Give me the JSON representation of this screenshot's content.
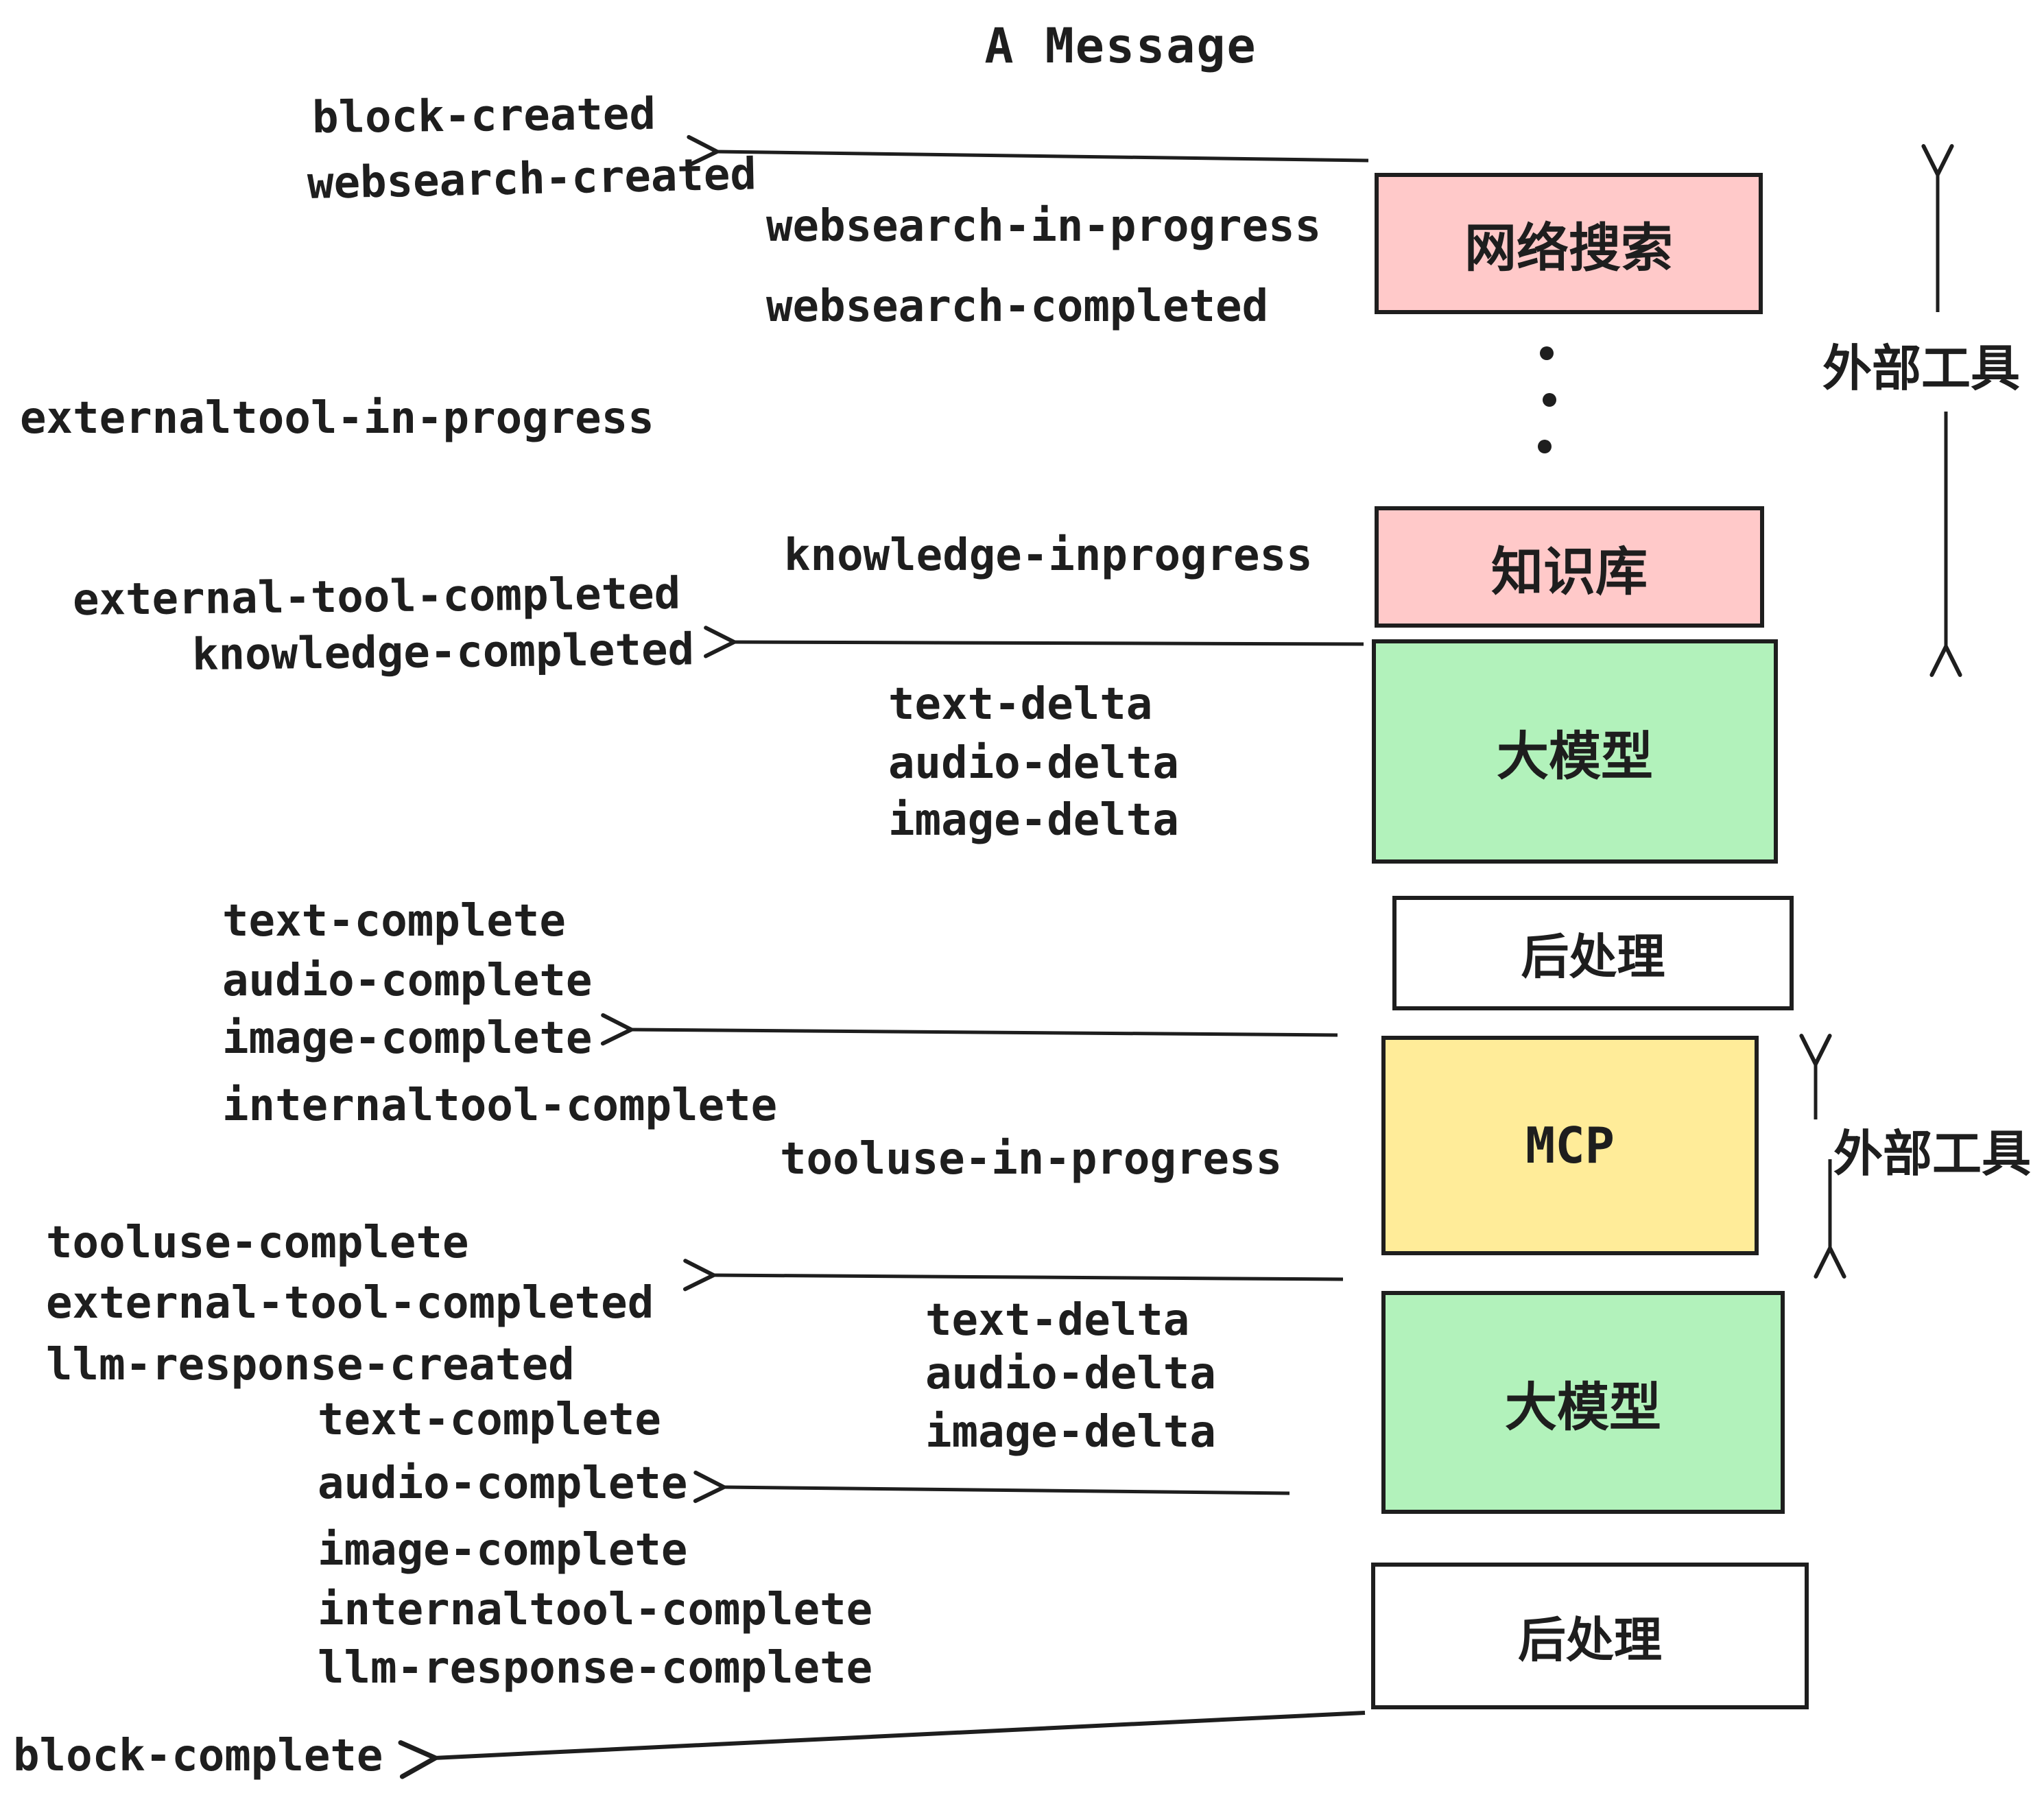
{
  "title": "A Message",
  "colors": {
    "ink": "#1e1e1e",
    "box_pink": "#ffc9c9",
    "box_green": "#b2f2bb",
    "box_yellow": "#ffec99",
    "box_white": "#ffffff",
    "background": "#ffffff"
  },
  "boxes": [
    {
      "label": "网络搜索",
      "color": "#ffc9c9"
    },
    {
      "label": "知识库",
      "color": "#ffc9c9"
    },
    {
      "label": "大模型",
      "color": "#b2f2bb"
    },
    {
      "label": "后处理",
      "color": "#ffffff"
    },
    {
      "label": "MCP",
      "color": "#ffec99"
    },
    {
      "label": "大模型",
      "color": "#b2f2bb"
    },
    {
      "label": "后处理",
      "color": "#ffffff"
    }
  ],
  "side_labels": [
    {
      "text": "外部工具"
    },
    {
      "text": "外部工具"
    }
  ],
  "events": [
    {
      "text": "block-created"
    },
    {
      "text": "websearch-created"
    },
    {
      "text": "websearch-in-progress"
    },
    {
      "text": "websearch-completed"
    },
    {
      "text": "externaltool-in-progress"
    },
    {
      "text": "knowledge-inprogress"
    },
    {
      "text": "external-tool-completed"
    },
    {
      "text": "knowledge-completed"
    },
    {
      "text": "text-delta"
    },
    {
      "text": "audio-delta"
    },
    {
      "text": "image-delta"
    },
    {
      "text": "text-complete"
    },
    {
      "text": "audio-complete"
    },
    {
      "text": "image-complete"
    },
    {
      "text": "internaltool-complete"
    },
    {
      "text": "tooluse-in-progress"
    },
    {
      "text": "tooluse-complete"
    },
    {
      "text": "external-tool-completed"
    },
    {
      "text": "llm-response-created"
    },
    {
      "text": "text-delta"
    },
    {
      "text": "audio-delta"
    },
    {
      "text": "image-delta"
    },
    {
      "text": "text-complete"
    },
    {
      "text": "audio-complete"
    },
    {
      "text": "image-complete"
    },
    {
      "text": "internaltool-complete"
    },
    {
      "text": "llm-response-complete"
    },
    {
      "text": "block-complete"
    }
  ]
}
